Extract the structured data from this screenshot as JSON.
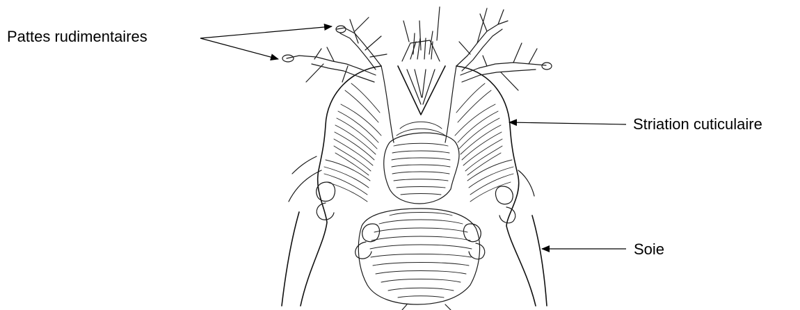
{
  "labels": {
    "legs": "Pattes rudimentaires",
    "striation": "Striation cuticulaire",
    "seta": "Soie"
  }
}
